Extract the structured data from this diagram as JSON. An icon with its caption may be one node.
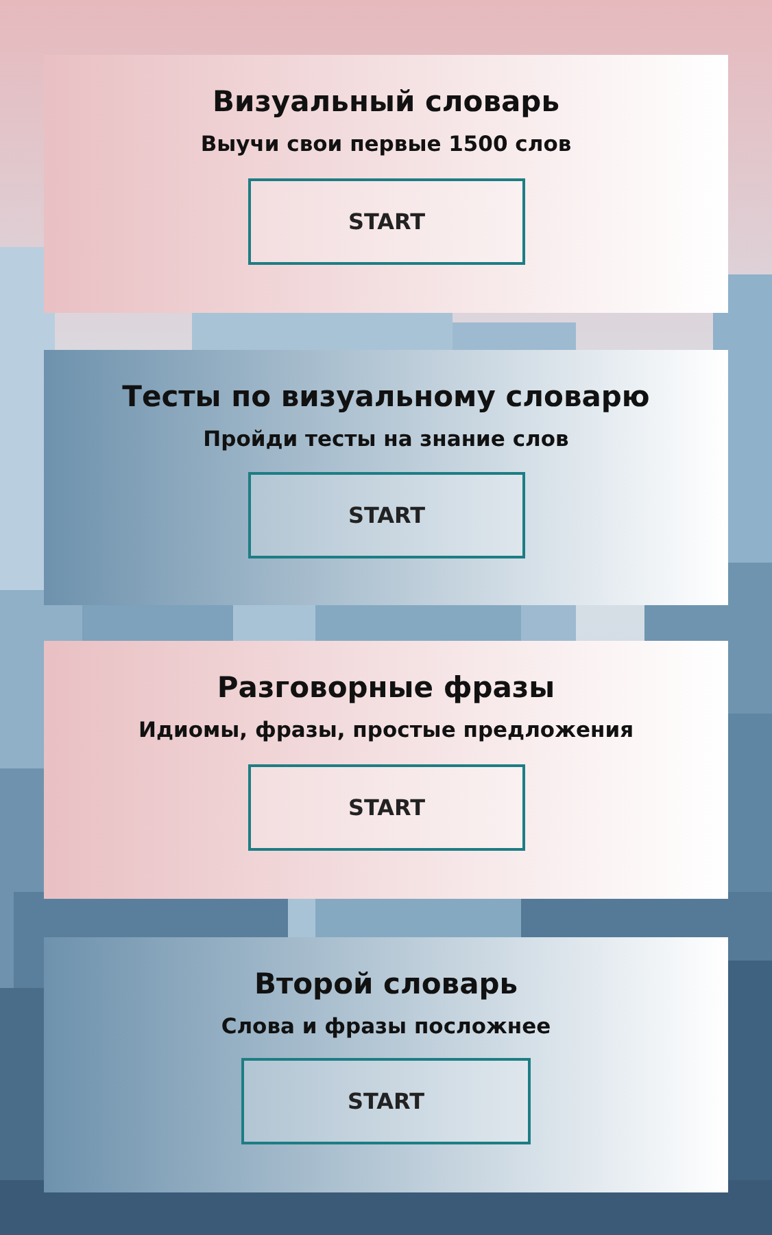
{
  "diagram": {
    "nodes": [
      {
        "text": [
          "Визуальный словарь",
          "Выучи свои первые 1500 слов"
        ]
      },
      {
        "text": [
          "START"
        ],
        "in": 0
      },
      {
        "text": [
          "Тесты по визуальному словарю",
          "Пройди тесты на знание слов"
        ]
      },
      {
        "text": [
          "START"
        ],
        "in": 2
      },
      {
        "text": [
          "Разговорные фразы",
          "Идиомы, фразы, простые предложения"
        ]
      },
      {
        "text": [
          "START"
        ],
        "in": 4
      },
      {
        "text": [
          "Второй словарь",
          "Слова и фразы посложнее"
        ]
      },
      {
        "text": [
          "START"
        ],
        "in": 6
      }
    ]
  }
}
